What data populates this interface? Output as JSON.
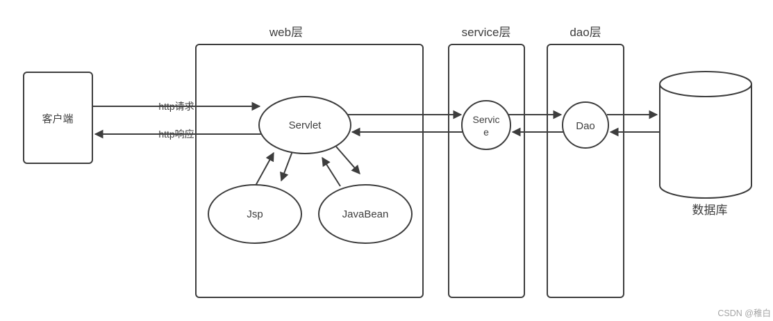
{
  "diagram": {
    "client": {
      "label": "客户端"
    },
    "layers": {
      "web": {
        "label": "web层"
      },
      "service": {
        "label": "service层"
      },
      "dao": {
        "label": "dao层"
      }
    },
    "nodes": {
      "servlet": {
        "label": "Servlet"
      },
      "jsp": {
        "label": "Jsp"
      },
      "javabean": {
        "label": "JavaBean"
      },
      "service": {
        "label_line1": "Servic",
        "label_line2": "e"
      },
      "dao": {
        "label": "Dao"
      }
    },
    "database": {
      "label": "数据库"
    },
    "edges": {
      "http_request": {
        "label": "http请求"
      },
      "http_response": {
        "label": "http响应"
      }
    },
    "watermark": "CSDN @稚白",
    "colors": {
      "line": "#3d3d3d",
      "text": "#3d3d3d",
      "watermark": "#a5a5a5",
      "background": "#ffffff"
    }
  }
}
